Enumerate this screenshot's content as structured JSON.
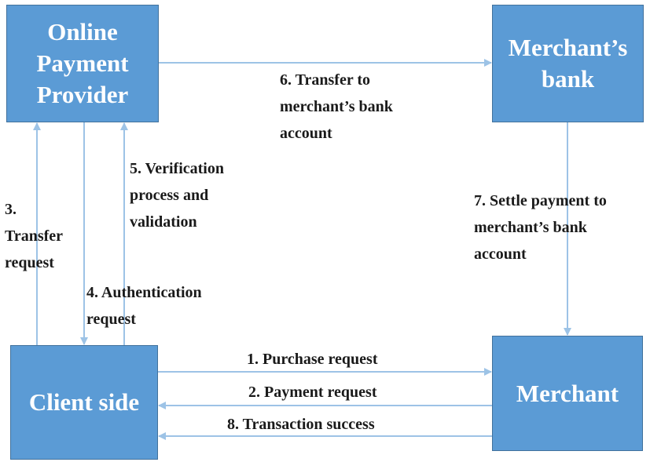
{
  "nodes": {
    "provider": "Online\nPayment\nProvider",
    "bank": "Merchant’s\nbank",
    "client": "Client side",
    "merchant": "Merchant"
  },
  "edges": {
    "purchase": "1. Purchase request",
    "payment": "2. Payment request",
    "transfer_request": "3.\nTransfer\nrequest",
    "authentication": "4. Authentication\nrequest",
    "verification": "5. Verification\nprocess and\nvalidation",
    "transfer_bank": "6. Transfer to\nmerchant’s bank\naccount",
    "settle": "7. Settle payment to\nmerchant’s bank\naccount",
    "success": "8. Transaction success"
  },
  "colors": {
    "box_fill": "#5b9bd5",
    "box_border": "#41719c",
    "arrow": "#9dc3e6"
  }
}
